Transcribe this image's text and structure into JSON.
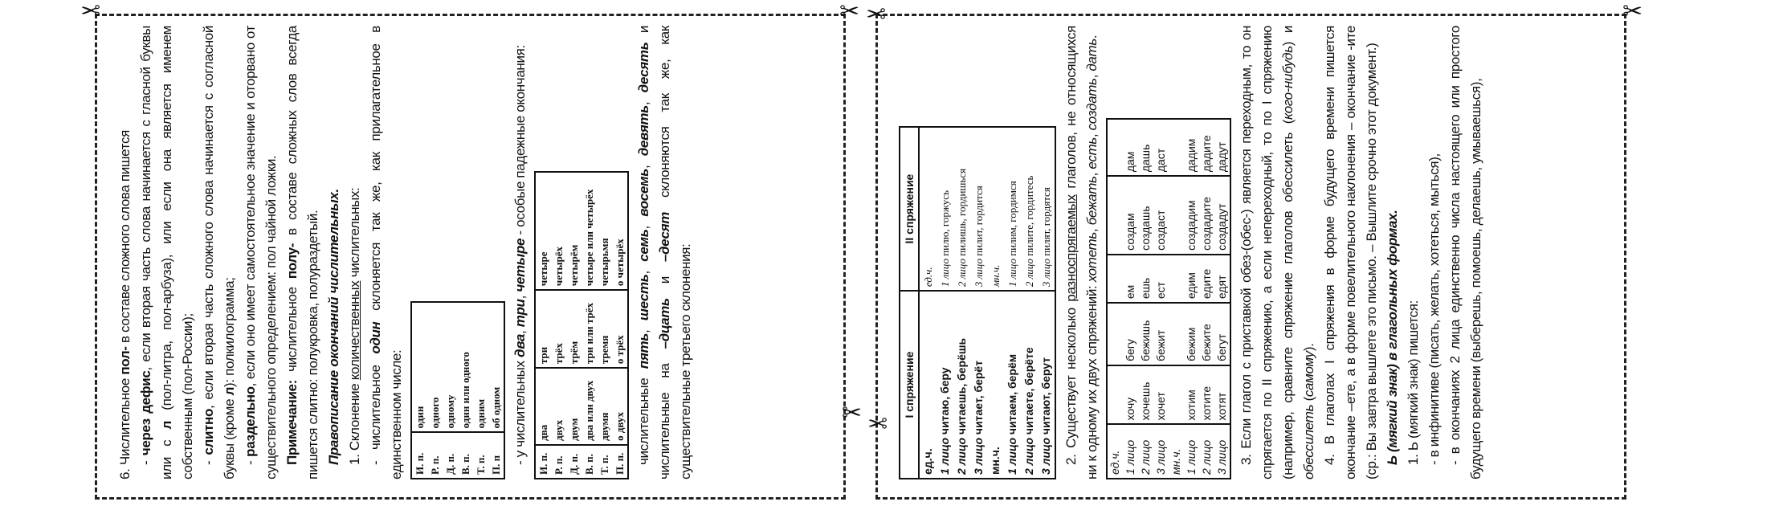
{
  "panels": [
    {
      "id": "panel1",
      "blocks": [
        {
          "type": "p",
          "segs": [
            [
              "6. Числительное ",
              ""
            ],
            [
              "пол-",
              "b"
            ],
            [
              " в составе сложного слова пишется",
              ""
            ]
          ]
        },
        {
          "type": "p",
          "indent": true,
          "segs": [
            [
              "- ",
              ""
            ],
            [
              "через дефис",
              "b"
            ],
            [
              ", если вторая часть слова начинается с гласной буквы или с ",
              ""
            ],
            [
              "л",
              "b"
            ],
            [
              " (пол-литра, пол-арбуза), или если она является именем собственным (пол-России);",
              ""
            ]
          ]
        },
        {
          "type": "p",
          "indent": true,
          "segs": [
            [
              "- ",
              ""
            ],
            [
              "слитно",
              "b"
            ],
            [
              ", если вторая часть сложного слова начинается с согласной буквы (кроме ",
              ""
            ],
            [
              "л",
              "b"
            ],
            [
              "): полкилограмма;",
              ""
            ]
          ]
        },
        {
          "type": "p",
          "indent": true,
          "segs": [
            [
              "- ",
              ""
            ],
            [
              "раздельно",
              "b"
            ],
            [
              ", если оно имеет самостоятельное значение и оторвано от существительного определением: пол чайной ложки.",
              ""
            ]
          ]
        },
        {
          "type": "p",
          "indent": true,
          "segs": [
            [
              "Примечание:",
              "b"
            ],
            [
              " числительное ",
              ""
            ],
            [
              "полу-",
              "b"
            ],
            [
              " в составе сложных слов всегда пишется слитно: полукровка, полураздетый.",
              ""
            ]
          ]
        },
        {
          "type": "p",
          "indent": true,
          "segs": [
            [
              "Правописание окончаний числительных.",
              "bi"
            ]
          ]
        },
        {
          "type": "p",
          "indent": true,
          "segs": [
            [
              "1. Склонение ",
              ""
            ],
            [
              "количественных",
              "u"
            ],
            [
              " числительных:",
              ""
            ]
          ]
        },
        {
          "type": "p",
          "indent": true,
          "segs": [
            [
              "- числительное ",
              ""
            ],
            [
              "один",
              "bi"
            ],
            [
              " склоняется так же, как прилагательное в единственном числе:",
              ""
            ]
          ]
        },
        {
          "type": "table",
          "id": "t1",
          "rows": [
            [
              "И. п.",
              "один"
            ],
            [
              "Р. п.",
              "одного"
            ],
            [
              "Д. п.",
              "одному"
            ],
            [
              "В. п.",
              "один или одного"
            ],
            [
              "Т. п.",
              "одним"
            ],
            [
              "П. п",
              "об одном"
            ]
          ]
        },
        {
          "type": "p",
          "indent": true,
          "segs": [
            [
              "- у числительных ",
              ""
            ],
            [
              "два",
              "bi"
            ],
            [
              ", ",
              ""
            ],
            [
              "три",
              "bi"
            ],
            [
              ", ",
              ""
            ],
            [
              "четыре",
              "bi"
            ],
            [
              " - особые падежные окончания:",
              ""
            ]
          ]
        },
        {
          "type": "table",
          "id": "t2",
          "rows": [
            [
              "И. п.",
              "два",
              "три",
              "четыре"
            ],
            [
              "Р. п.",
              "двух",
              "трёх",
              "четырёх"
            ],
            [
              "Д. п.",
              "двум",
              "трём",
              "четырём"
            ],
            [
              "В. п.",
              "два или двух",
              "три или трёх",
              "четыре или четырёх"
            ],
            [
              "Т. п.",
              "двумя",
              "тремя",
              "четырьмя"
            ],
            [
              "П. п.",
              "о двух",
              "о трёх",
              "о четырёх"
            ]
          ]
        },
        {
          "type": "p",
          "indent": true,
          "segs": [
            [
              "числительные ",
              ""
            ],
            [
              "пять",
              "bi"
            ],
            [
              ", ",
              ""
            ],
            [
              "шесть",
              "bi"
            ],
            [
              ", ",
              ""
            ],
            [
              "семь",
              "bi"
            ],
            [
              ", ",
              ""
            ],
            [
              "восемь",
              "bi"
            ],
            [
              ", ",
              ""
            ],
            [
              "девять",
              "bi"
            ],
            [
              ", ",
              ""
            ],
            [
              "десять",
              "bi"
            ],
            [
              " и числительные на ",
              ""
            ],
            [
              "–дцать",
              "bi"
            ],
            [
              " и ",
              ""
            ],
            [
              "–десят",
              "bi"
            ],
            [
              " склоняются так же, как существительные третьего склонения:",
              ""
            ]
          ]
        }
      ]
    },
    {
      "id": "panel2",
      "blocks": [
        {
          "type": "table",
          "id": "t3",
          "header": [
            "I спряжение",
            "II спряжение"
          ],
          "rows": [
            [
              [
                [
                  [
                    "ед.ч.",
                    ""
                  ]
                ],
                [
                  [
                    "1 лицо",
                    "bi"
                  ],
                  [
                    " читаю, беру",
                    "b"
                  ]
                ],
                [
                  [
                    "2 лицо",
                    "bi"
                  ],
                  [
                    " читаешь, берёшь",
                    "b"
                  ]
                ],
                [
                  [
                    "3 лицо",
                    "bi"
                  ],
                  [
                    " читает, берёт",
                    "b"
                  ]
                ],
                [
                  [
                    "мн.ч.",
                    ""
                  ]
                ],
                [
                  [
                    "1 лицо",
                    "bi"
                  ],
                  [
                    " читаем, берём",
                    "b"
                  ]
                ],
                [
                  [
                    "2 лицо",
                    "bi"
                  ],
                  [
                    " читаете, берёте",
                    "b"
                  ]
                ],
                [
                  [
                    "3 лицо",
                    "bi"
                  ],
                  [
                    " читают, берут",
                    "b"
                  ]
                ]
              ],
              [
                [
                  [
                    "ед.ч.",
                    "i"
                  ]
                ],
                [
                  [
                    "1 лицо",
                    "i"
                  ],
                  [
                    " пилю, горжусь",
                    ""
                  ]
                ],
                [
                  [
                    "2 лицо",
                    "i"
                  ],
                  [
                    " пилишь, гордишься",
                    ""
                  ]
                ],
                [
                  [
                    "3 лицо",
                    "i"
                  ],
                  [
                    " пилит, гордится",
                    ""
                  ]
                ],
                [
                  [
                    "мн.ч.",
                    "i"
                  ]
                ],
                [
                  [
                    "1 лицо",
                    "i"
                  ],
                  [
                    " пилим, гордимся",
                    ""
                  ]
                ],
                [
                  [
                    "2 лицо",
                    "i"
                  ],
                  [
                    " пилите, гордитесь",
                    ""
                  ]
                ],
                [
                  [
                    "3 лицо",
                    "i"
                  ],
                  [
                    " пилят, гордятся",
                    ""
                  ]
                ]
              ]
            ]
          ]
        },
        {
          "type": "p",
          "indent": true,
          "segs": [
            [
              "2. Существует несколько ",
              ""
            ],
            [
              "разноспрягаемых",
              "u"
            ],
            [
              " глаголов, не относящихся ни к одному их двух спряжений: ",
              ""
            ],
            [
              "хотеть",
              "i"
            ],
            [
              ", ",
              ""
            ],
            [
              "бежать",
              "i"
            ],
            [
              ", ",
              ""
            ],
            [
              "есть",
              "i"
            ],
            [
              ", ",
              ""
            ],
            [
              "создать",
              "i"
            ],
            [
              ", ",
              ""
            ],
            [
              "дать",
              "i"
            ],
            [
              ".",
              ""
            ]
          ]
        },
        {
          "type": "table",
          "id": "t4",
          "rows": [
            [
              [
                [
                  [
                    "ед.ч.",
                    "i"
                  ]
                ]
              ],
              "",
              "",
              "",
              "",
              ""
            ],
            [
              [
                [
                  [
                    "1 лицо",
                    "i"
                  ]
                ]
              ],
              "хочу",
              "бегу",
              "ем",
              "создам",
              "дам"
            ],
            [
              [
                [
                  [
                    "2 лицо",
                    "i"
                  ]
                ]
              ],
              "хочешь",
              "бежишь",
              "ешь",
              "создашь",
              "дашь"
            ],
            [
              [
                [
                  [
                    "3 лицо",
                    "i"
                  ]
                ]
              ],
              "хочет",
              "бежит",
              "ест",
              "создаст",
              "даст"
            ],
            [
              [
                [
                  [
                    "мн.ч.",
                    "i"
                  ]
                ]
              ],
              "",
              "",
              "",
              "",
              ""
            ],
            [
              [
                [
                  [
                    "1 лицо",
                    "i"
                  ]
                ]
              ],
              "хотим",
              "бежим",
              "едим",
              "создадим",
              "дадим"
            ],
            [
              [
                [
                  [
                    "2 лицо",
                    "i"
                  ]
                ]
              ],
              "хотите",
              "бежите",
              "едите",
              "создадите",
              "дадите"
            ],
            [
              [
                [
                  [
                    "3 лицо",
                    "i"
                  ]
                ]
              ],
              "хотят",
              "бегут",
              "едят",
              "создадут",
              "дадут"
            ]
          ]
        },
        {
          "type": "p",
          "indent": true,
          "segs": [
            [
              "3. Если глагол с приставкой обез-(обес-) является переходным, то он спрягается по II спряжению, а если непереходный, то по I спряжению (например, сравните спряжение глаголов обессилеть (",
              ""
            ],
            [
              "кого-нибудь",
              "i"
            ],
            [
              ") и ",
              ""
            ],
            [
              "обессилеть",
              "i"
            ],
            [
              " (",
              ""
            ],
            [
              "самому",
              "i"
            ],
            [
              ").",
              ""
            ]
          ]
        },
        {
          "type": "p",
          "indent": true,
          "segs": [
            [
              "4. В глаголах I спряжения в форме будущего времени пишется окончание –ете, а в форме повелительного наклонения – окончание  -ите (ср.: Вы завтра вышлете это письмо. – Вышлите срочно этот документ.)",
              ""
            ]
          ]
        },
        {
          "type": "p",
          "indent": true,
          "segs": [
            [
              "Ь (мягкий знак) в глагольных формах.",
              "bi"
            ]
          ]
        },
        {
          "type": "p",
          "indent": true,
          "segs": [
            [
              "1. Ь (мягкий знак) пишется:",
              ""
            ]
          ]
        },
        {
          "type": "p",
          "indent": true,
          "segs": [
            [
              "- в инфинитиве (писать, желать, хотеться, мыться),",
              ""
            ]
          ]
        },
        {
          "type": "p",
          "indent": true,
          "segs": [
            [
              "- в окончаниях 2 лица единственно числа настоящего или простого будущего времени (выберешь, помоешь, делаешь, умываешься),",
              ""
            ]
          ]
        }
      ]
    }
  ]
}
